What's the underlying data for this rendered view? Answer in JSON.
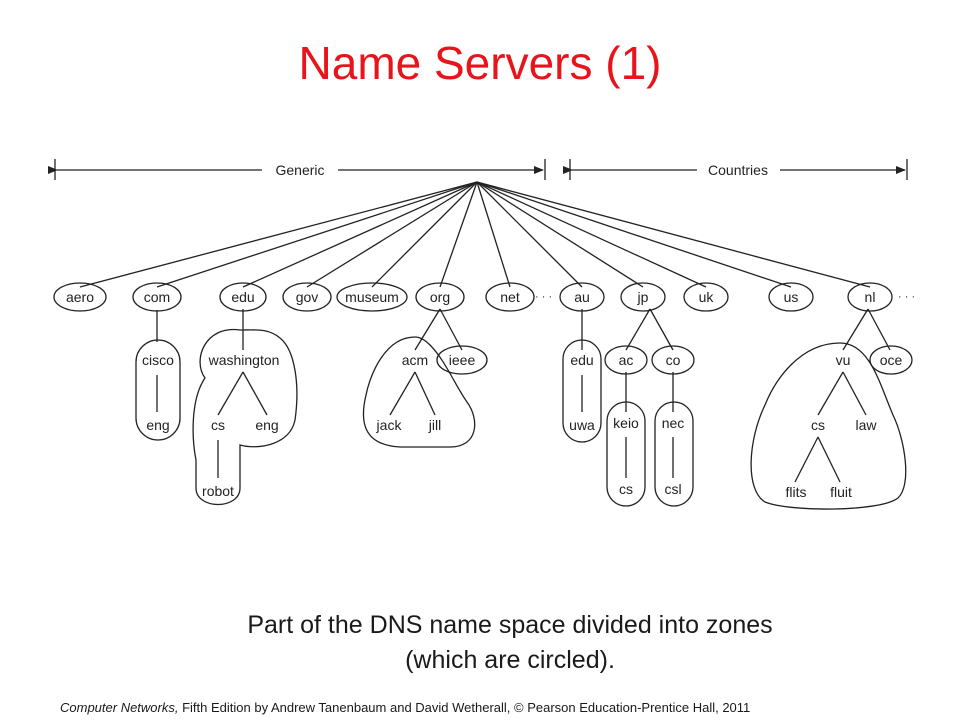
{
  "title": "Name Servers (1)",
  "caption": {
    "line1": "Part of the DNS name space divided into zones",
    "line2": "(which are circled)."
  },
  "footer": {
    "book": "Computer Networks,",
    "rest": " Fifth Edition by Andrew Tanenbaum and David Wetherall, © Pearson Education-Prentice Hall, 2011"
  },
  "diagram": {
    "brackets": {
      "generic": "Generic",
      "countries": "Countries"
    },
    "ellipsis": "· · ·",
    "nodes": {
      "aero": "aero",
      "com": "com",
      "edu": "edu",
      "gov": "gov",
      "museum": "museum",
      "org": "org",
      "net": "net",
      "au": "au",
      "jp": "jp",
      "uk": "uk",
      "us": "us",
      "nl": "nl",
      "cisco": "cisco",
      "cisco_eng": "eng",
      "washington": "washington",
      "wash_cs": "cs",
      "wash_eng": "eng",
      "robot": "robot",
      "acm": "acm",
      "ieee": "ieee",
      "jack": "jack",
      "jill": "jill",
      "au_edu": "edu",
      "uwa": "uwa",
      "ac": "ac",
      "co": "co",
      "keio": "keio",
      "keio_cs": "cs",
      "nec": "nec",
      "csl": "csl",
      "vu": "vu",
      "oce": "oce",
      "vu_cs": "cs",
      "law": "law",
      "flits": "flits",
      "fluit": "fluit"
    }
  }
}
